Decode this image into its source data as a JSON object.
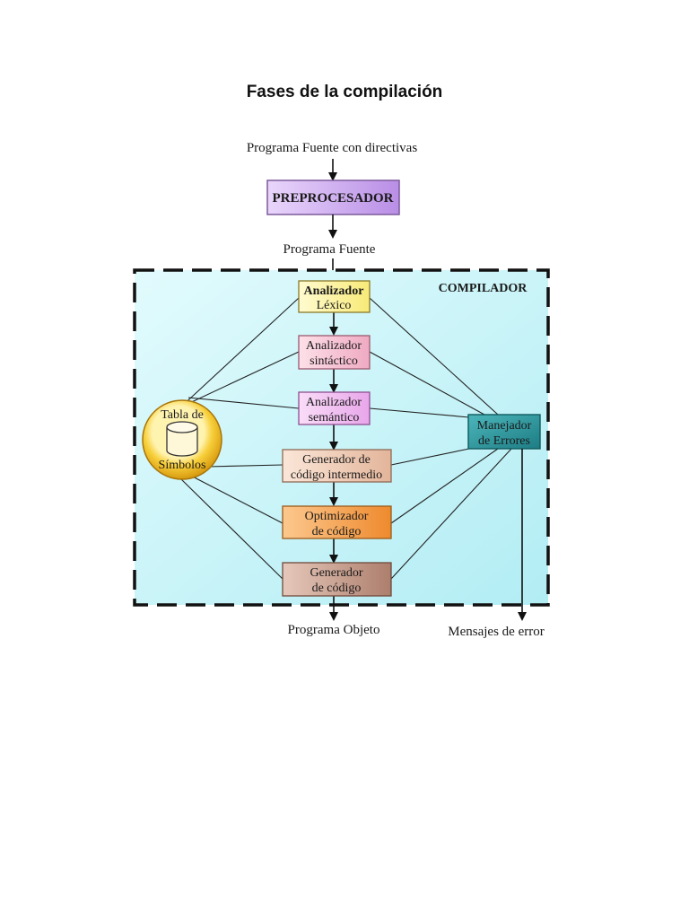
{
  "title": "Fases de la compilación",
  "diagram": {
    "input_label": "Programa Fuente con directivas",
    "preprocessor": "PREPROCESADOR",
    "mid_label": "Programa Fuente",
    "compiler_label": "COMPILADOR",
    "phases": [
      {
        "line1": "Analizador",
        "line2": "Léxico"
      },
      {
        "line1": "Analizador",
        "line2": "sintáctico"
      },
      {
        "line1": "Analizador",
        "line2": "semántico"
      },
      {
        "line1": "Generador de",
        "line2": "código intermedio"
      },
      {
        "line1": "Optimizador",
        "line2": "de código"
      },
      {
        "line1": "Generador",
        "line2": "de código"
      }
    ],
    "symbol_table": {
      "line1": "Tabla de",
      "line2": "Símbolos"
    },
    "error_handler": {
      "line1": "Manejador",
      "line2": "de Errores"
    },
    "output_label": "Programa Objeto",
    "error_output_label": "Mensajes de error"
  },
  "colors": {
    "preprocessor": "#d9b8f5",
    "phase_lexico": "#fff6a8",
    "phase_sintactico": "#f8c8d6",
    "phase_semantico": "#f0c0f0",
    "phase_intermedio": "#f3d2bd",
    "phase_optimizador": "#f5a250",
    "phase_generador": "#c9a08e",
    "compiler_bg": "#cdf3f8",
    "symbol_table": "#f5c83c",
    "error_handler": "#2e9aa0"
  }
}
